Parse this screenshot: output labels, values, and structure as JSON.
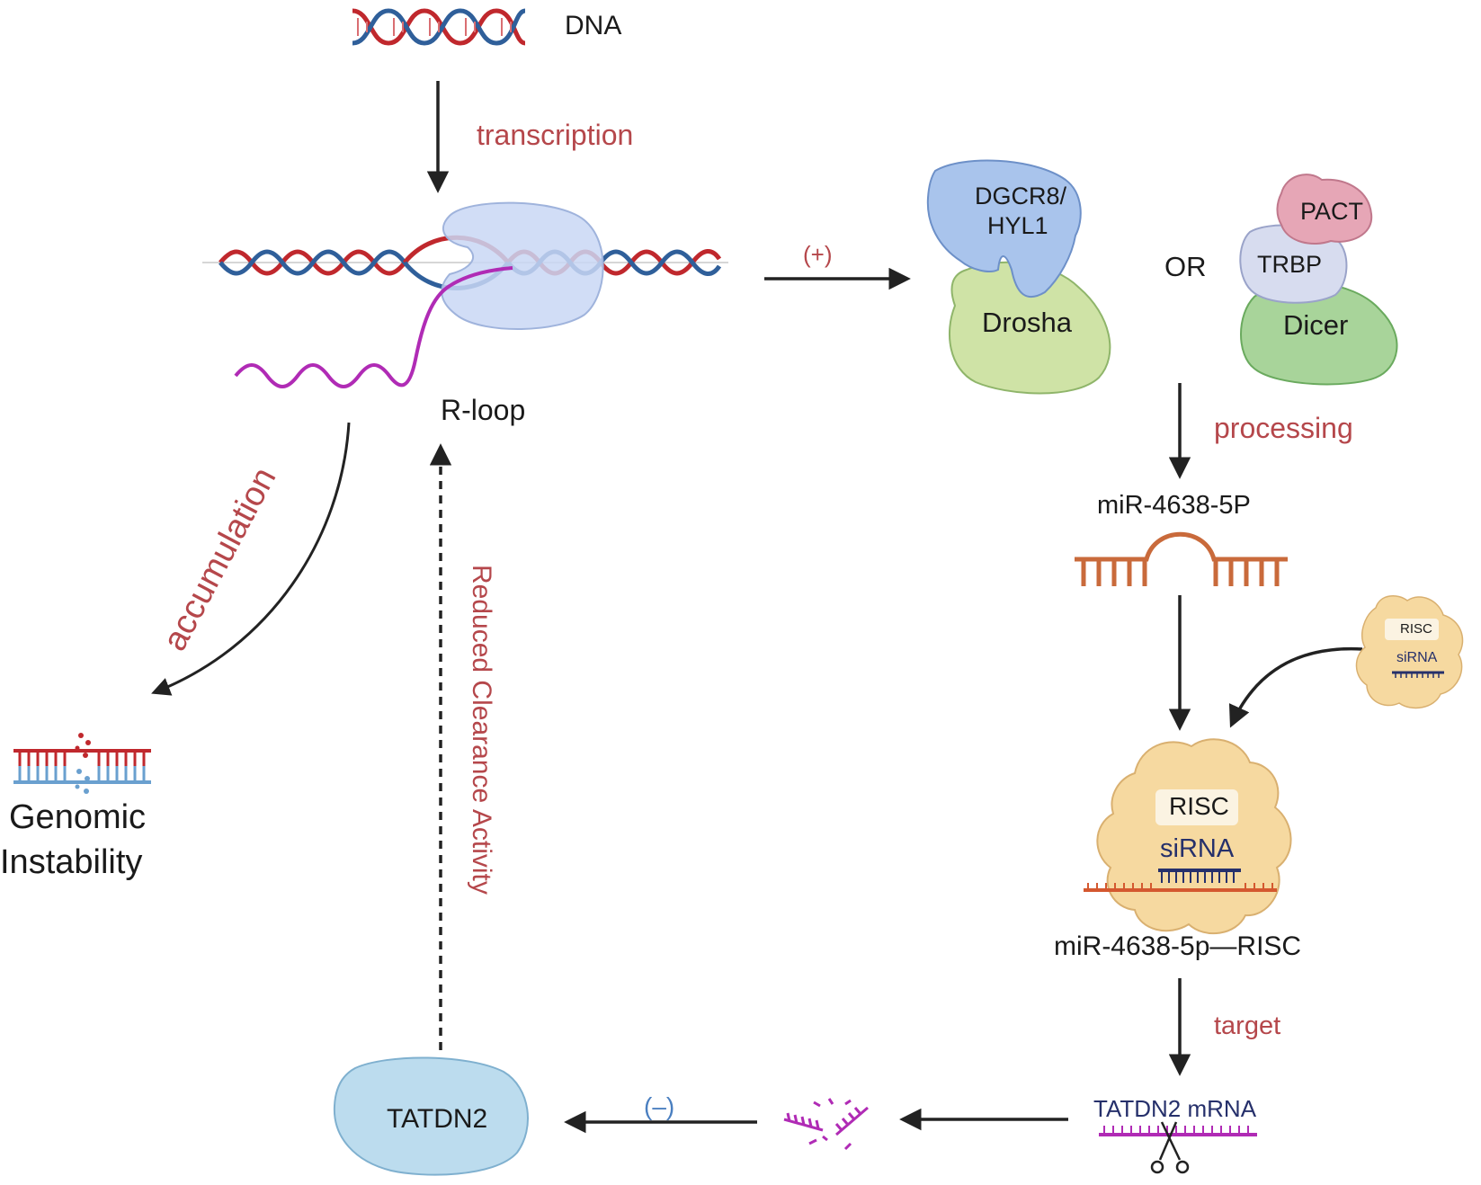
{
  "labels": {
    "dna": "DNA",
    "transcription": "transcription",
    "rloop": "R-loop",
    "accumulation": "accumulation",
    "genomic_instability_1": "Genomic",
    "genomic_instability_2": "Instability",
    "reduced_clearance": "Reduced Clearance Activity",
    "plus": "(+)",
    "dgcr8_1": "DGCR8/",
    "dgcr8_2": "HYL1",
    "drosha": "Drosha",
    "or": "OR",
    "pact": "PACT",
    "trbp": "TRBP",
    "dicer": "Dicer",
    "processing": "processing",
    "mir": "miR-4638-5P",
    "risc_small": "RISC",
    "sirna_small": "siRNA",
    "risc_big": "RISC",
    "sirna_big": "siRNA",
    "mir_risc": "miR-4638-5p—RISC",
    "target": "target",
    "tatdn2_mrna": "TATDN2 mRNA",
    "minus": "(–)",
    "tatdn2": "TATDN2"
  },
  "colors": {
    "label_red": "#b5474b",
    "label_blue": "#4a7fc0",
    "dna_red": "#c0282d",
    "dna_blue": "#2f5f9a",
    "rna_magenta": "#b02bb5",
    "mir_orange": "#c96a3b",
    "drosha_green": "#cfe3a6",
    "dgcr8_blue": "#a9c4ec",
    "dicer_green": "#a8d49a",
    "trbp_lavender": "#d7dcef",
    "pact_pink": "#e6a6b6",
    "risc_orange": "#f6d9a0",
    "tatdn2_blue": "#bcdcee",
    "polymerase_blue": "#c9d7f4"
  }
}
